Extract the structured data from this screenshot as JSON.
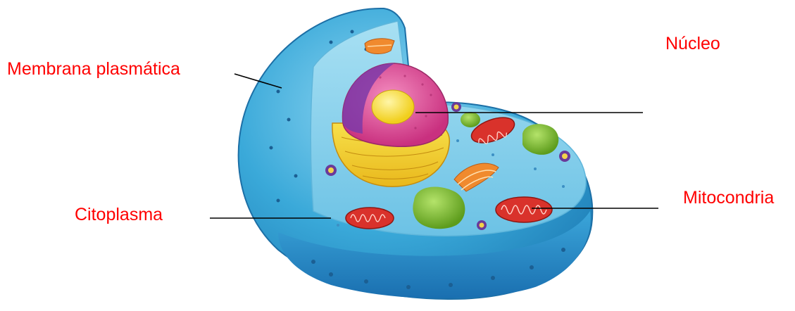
{
  "labels": {
    "membrana": "Membrana plasmática",
    "nucleo": "Núcleo",
    "citoplasma": "Citoplasma",
    "mitocondria": "Mitocondria"
  },
  "colors": {
    "label_text": "#ff0000",
    "leader_line": "#000000",
    "membrane": "#3aa9d9",
    "cytoplasm": "#7fcbe8",
    "nucleus_envelope": "#f5d533",
    "nucleus_interior": "#e8559a",
    "nucleolus": "#f7e34a",
    "mitochondria": "#d9322b",
    "vacuole": "#78b82a",
    "golgi": "#f08a2e"
  }
}
